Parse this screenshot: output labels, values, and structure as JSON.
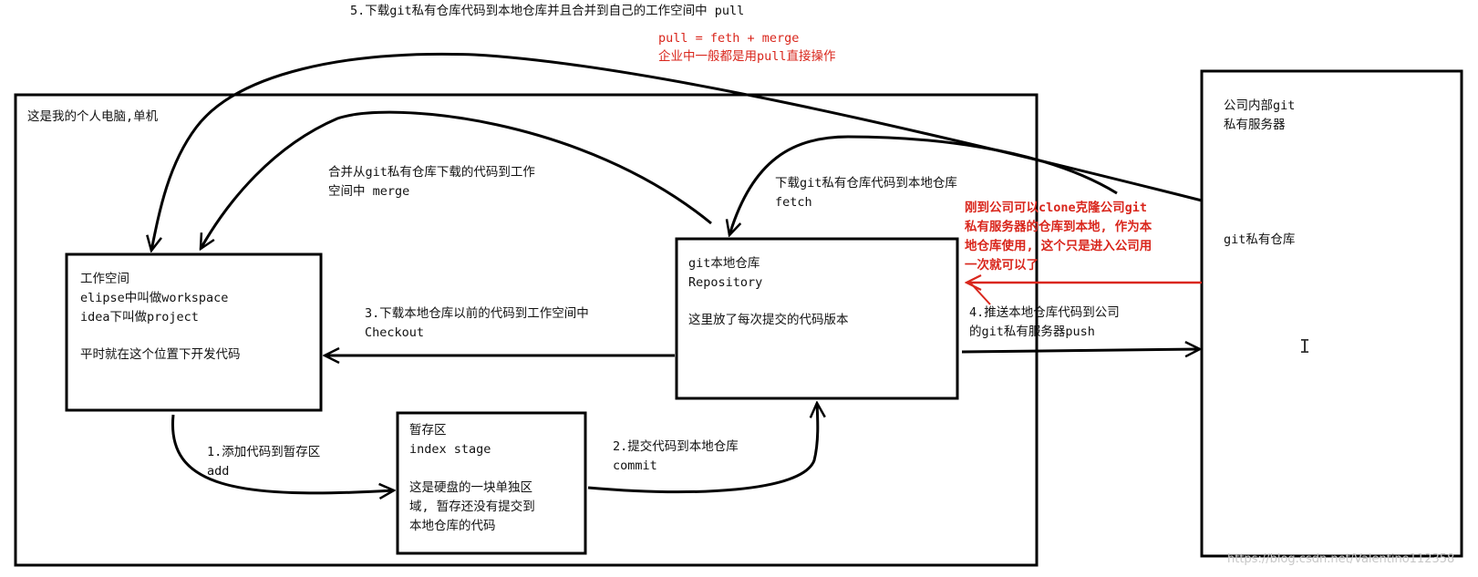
{
  "top_label": {
    "line1": "5.下载git私有仓库代码到本地仓库并且合并到自己的工作空间中 pull"
  },
  "pull_note": {
    "line1": "pull = feth + merge",
    "line2": "企业中一般都是用pull直接操作",
    "color": "#d9261c"
  },
  "computer": {
    "title": "这是我的个人电脑,单机"
  },
  "workspace": {
    "line1": "工作空间",
    "line2": "elipse中叫做workspace",
    "line3": "idea下叫做project",
    "line4": "平时就在这个位置下开发代码"
  },
  "stage": {
    "line1": "暂存区",
    "line2": "index stage",
    "line3": "这是硬盘的一块单独区",
    "line4": "域, 暂存还没有提交到",
    "line5": "本地仓库的代码"
  },
  "repository": {
    "line1": "git本地仓库",
    "line2": "Repository",
    "line3": "这里放了每次提交的代码版本"
  },
  "server": {
    "line1": "公司内部git",
    "line2": "私有服务器",
    "line3": "git私有仓库"
  },
  "arrows": {
    "add_line1": "1.添加代码到暂存区",
    "add_line2": "add",
    "commit_line1": "2.提交代码到本地仓库",
    "commit_line2": "commit",
    "checkout_line1": "3.下载本地仓库以前的代码到工作空间中",
    "checkout_line2": "Checkout",
    "push_line1": "4.推送本地仓库代码到公司",
    "push_line2": "的git私有服务器push",
    "merge_line1": "合并从git私有仓库下载的代码到工作",
    "merge_line2": "空间中 merge",
    "fetch_line1": "下载git私有仓库代码到本地仓库",
    "fetch_line2": "fetch"
  },
  "clone_note": {
    "line1": "刚到公司可以clone克隆公司git",
    "line2": "私有服务器的仓库到本地, 作为本",
    "line3": "地仓库使用, 这个只是进入公司用",
    "line4": "一次就可以了",
    "color": "#d9261c"
  },
  "watermark": "https://blog.csdn.net/Valentino112358"
}
